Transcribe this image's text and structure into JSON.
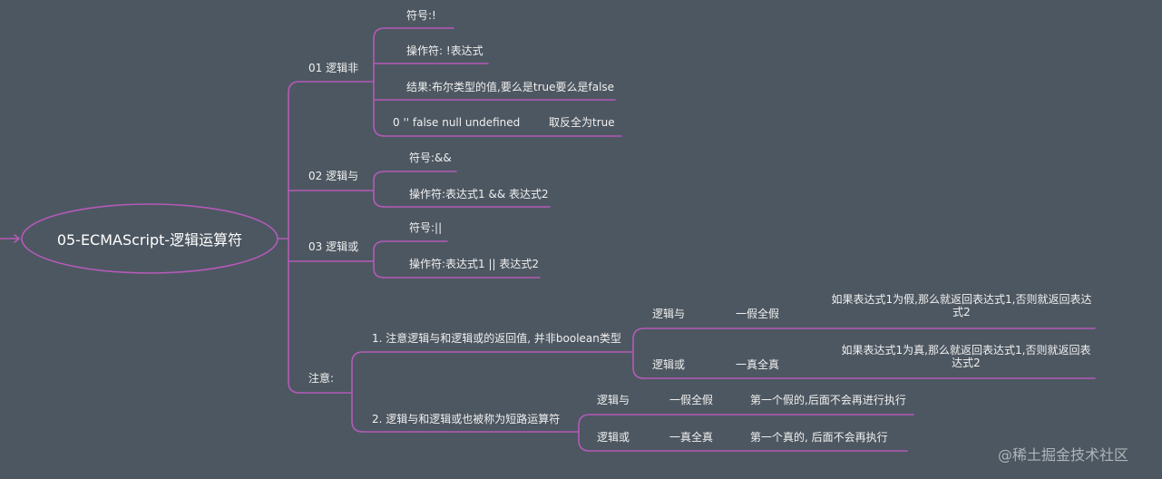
{
  "root": "05-ECMAScript-逻辑运算符",
  "branches": {
    "not": {
      "label": "01 逻辑非",
      "items": [
        "符号:!",
        "操作符: !表达式",
        "结果:布尔类型的值,要么是true要么是false",
        "0 '' false null undefined",
        "取反全为true"
      ]
    },
    "and": {
      "label": "02 逻辑与",
      "items": [
        "符号:&&",
        "操作符:表达式1 && 表达式2"
      ]
    },
    "or": {
      "label": "03 逻辑或",
      "items": [
        "符号:||",
        "操作符:表达式1 || 表达式2"
      ]
    },
    "note": {
      "label": "注意:",
      "n1": {
        "label": "1. 注意逻辑与和逻辑或的返回值, 并非boolean类型",
        "and_label": "逻辑与",
        "and_rule": "一假全假",
        "and_desc": "如果表达式1为假,那么就返回表达式1,否则就返回表达式2",
        "or_label": "逻辑或",
        "or_rule": "一真全真",
        "or_desc": "如果表达式1为真,那么就返回表达式1,否则就返回表达式2"
      },
      "n2": {
        "label": "2. 逻辑与和逻辑或也被称为短路运算符",
        "and_label": "逻辑与",
        "and_rule": "一假全假",
        "and_desc": "第一个假的,后面不会再进行执行",
        "or_label": "逻辑或",
        "or_rule": "一真全真",
        "or_desc": "第一个真的, 后面不会再执行"
      }
    }
  },
  "watermark": "@稀土掘金技术社区",
  "colors": {
    "line": "#b45ab8",
    "background": "#4d5761"
  }
}
